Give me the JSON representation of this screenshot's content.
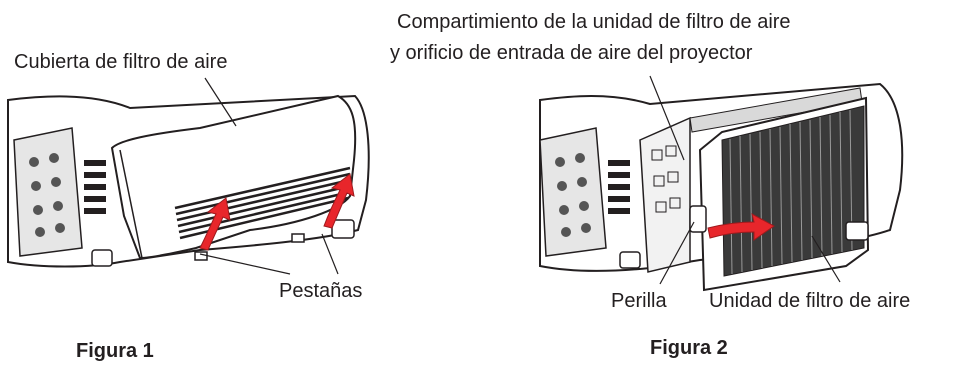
{
  "figure1": {
    "cover_label": "Cubierta de filtro de aire",
    "tabs_label": "Pestañas",
    "caption": "Figura 1"
  },
  "figure2": {
    "compartment_label_line1": "Compartimiento de la unidad de filtro de aire",
    "compartment_label_line2": "y orificio de entrada de aire del proyector",
    "knob_label": "Perilla",
    "filter_unit_label": "Unidad de filtro de aire",
    "caption": "Figura 2"
  },
  "colors": {
    "arrow": "#e8262b",
    "line": "#231f20"
  }
}
